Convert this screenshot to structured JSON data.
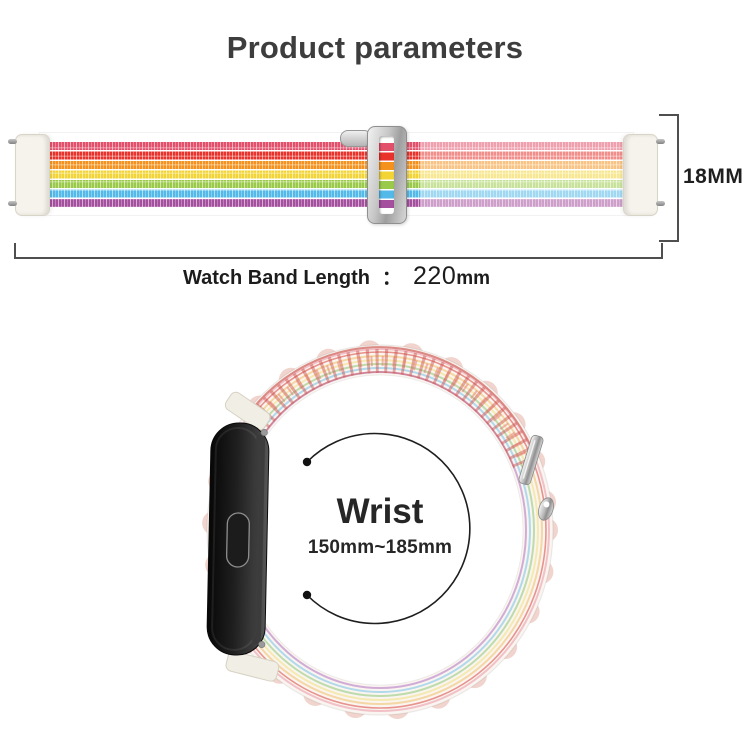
{
  "title": "Product parameters",
  "band_diagram": {
    "width_label": "18MM",
    "length_label": "Watch Band Length",
    "length_separator": "：",
    "length_number": "220",
    "length_unit": "mm"
  },
  "wrist_diagram": {
    "label": "Wrist",
    "range": "150mm~185mm"
  },
  "colors": {
    "band_stripes": [
      "#e2506b",
      "#e8322b",
      "#f5921e",
      "#f2d437",
      "#9bca4b",
      "#53b9e8",
      "#a4509e"
    ],
    "loop_red_accent": "#cc4a45",
    "metal_silver": "#b9b9b9",
    "tracker_black": "#1f1f1f",
    "band_cap_white": "#f6f3ec"
  }
}
